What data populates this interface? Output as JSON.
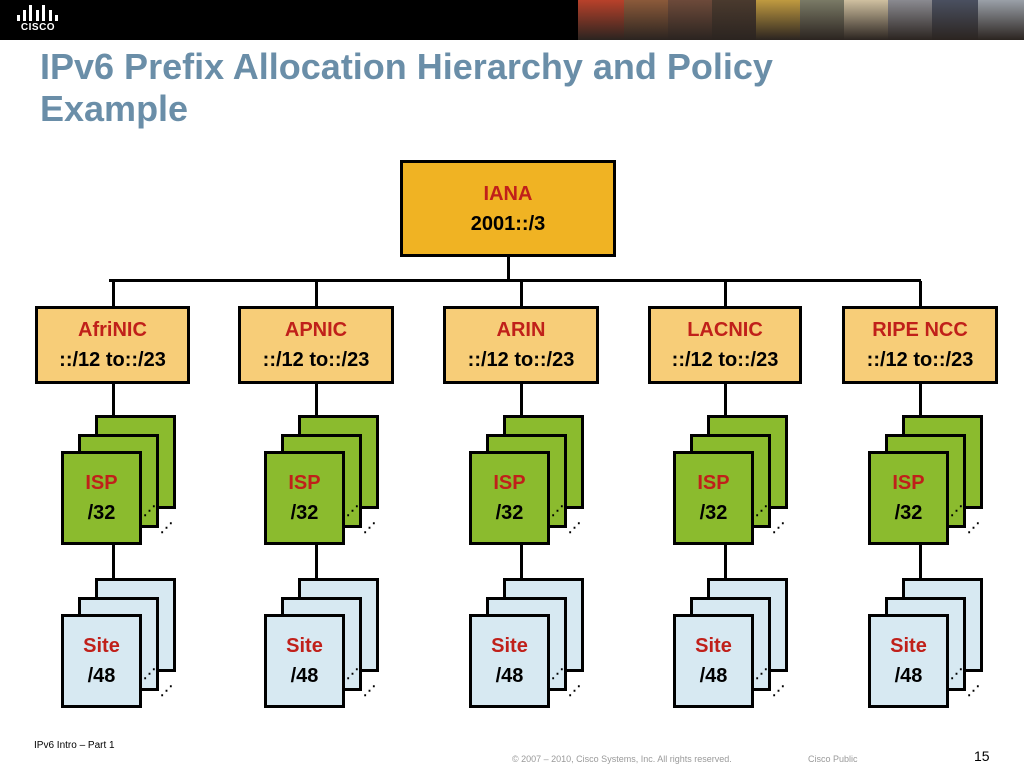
{
  "header": {
    "logo_text": "CISCO",
    "photo_colors": [
      "#b8412a",
      "#8b5a3a",
      "#6d4a3a",
      "#4a3a2e",
      "#c09a40",
      "#7a7a66",
      "#cfc0a0",
      "#8a8a90",
      "#4a5060",
      "#9aa0a8"
    ]
  },
  "slide": {
    "title_line_1": "IPv6 Prefix Allocation Hierarchy and Policy",
    "title_line_2": "Example"
  },
  "diagram": {
    "root": {
      "name": "IANA",
      "prefix": "2001::/3"
    },
    "registries": [
      {
        "name": "AfriNIC",
        "range": "::/12 to::/23",
        "isp": {
          "name": "ISP",
          "prefix": "/32"
        },
        "site": {
          "name": "Site",
          "prefix": "/48"
        }
      },
      {
        "name": "APNIC",
        "range": "::/12 to::/23",
        "isp": {
          "name": "ISP",
          "prefix": "/32"
        },
        "site": {
          "name": "Site",
          "prefix": "/48"
        }
      },
      {
        "name": "ARIN",
        "range": "::/12 to::/23",
        "isp": {
          "name": "ISP",
          "prefix": "/32"
        },
        "site": {
          "name": "Site",
          "prefix": "/48"
        }
      },
      {
        "name": "LACNIC",
        "range": "::/12 to::/23",
        "isp": {
          "name": "ISP",
          "prefix": "/32"
        },
        "site": {
          "name": "Site",
          "prefix": "/48"
        }
      },
      {
        "name": "RIPE NCC",
        "range": "::/12 to::/23",
        "isp": {
          "name": "ISP",
          "prefix": "/32"
        },
        "site": {
          "name": "Site",
          "prefix": "/48"
        }
      }
    ],
    "colors": {
      "iana": "#f0b323",
      "registry": "#f7cd78",
      "isp": "#8bbb2e",
      "site": "#d7e9f2",
      "name_text": "#c0201a"
    }
  },
  "footer": {
    "course": "IPv6 Intro – Part 1",
    "copyright": "© 2007 – 2010, Cisco Systems, Inc. All rights reserved.",
    "classification": "Cisco Public",
    "page_number": "15"
  }
}
